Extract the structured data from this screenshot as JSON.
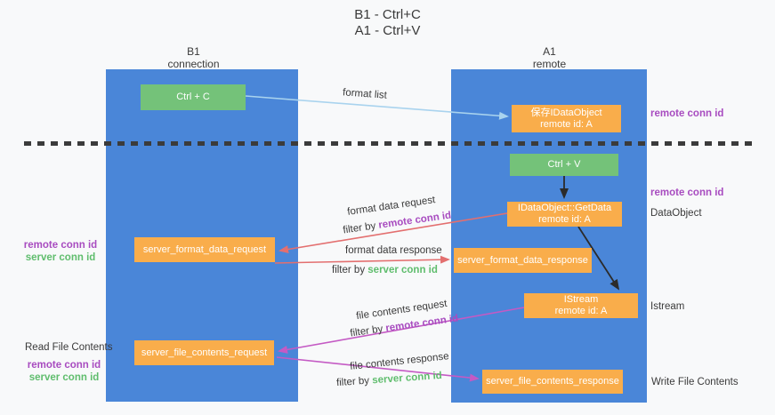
{
  "title": {
    "line1": "B1 - Ctrl+C",
    "line2": "A1 - Ctrl+V"
  },
  "columns": {
    "left": {
      "name": "B1",
      "subtitle": "connection"
    },
    "right": {
      "name": "A1",
      "subtitle": "remote"
    }
  },
  "nodes": {
    "ctrl_c": "Ctrl + C",
    "ctrl_v": "Ctrl + V",
    "save_dataobject": {
      "line1": "保存IDataObject",
      "line2": "remote id: A"
    },
    "getdata": {
      "line1": "IDataObject::GetData",
      "line2": "remote id: A"
    },
    "istream": {
      "line1": "IStream",
      "line2": "remote id: A"
    },
    "format_request": "server_format_data_request",
    "format_response": "server_format_data_response",
    "file_request": "server_file_contents_request",
    "file_response": "server_file_contents_response"
  },
  "labels": {
    "format_list": "format list",
    "format_data_request": "format data request",
    "format_data_response": "format data response",
    "file_contents_request": "file contents request",
    "file_contents_response": "file contents response",
    "filter_by": "filter by",
    "remote_conn_id": "remote conn id",
    "server_conn_id": "server conn id",
    "dataobject": "DataObject",
    "istream": "Istream",
    "read_file_contents": "Read File Contents",
    "write_file_contents": "Write File Contents"
  },
  "colors": {
    "column_blue": "#4a86d8",
    "node_green": "#74c279",
    "node_orange": "#f9ad4b",
    "arrow_lightblue": "#a9d3ee",
    "arrow_red": "#e36f6f",
    "arrow_magenta": "#c45ac4",
    "arrow_black": "#2b2b2b",
    "text_purple": "#a84cc0",
    "text_green": "#5fbd6d",
    "background": "#f8f9fa"
  }
}
